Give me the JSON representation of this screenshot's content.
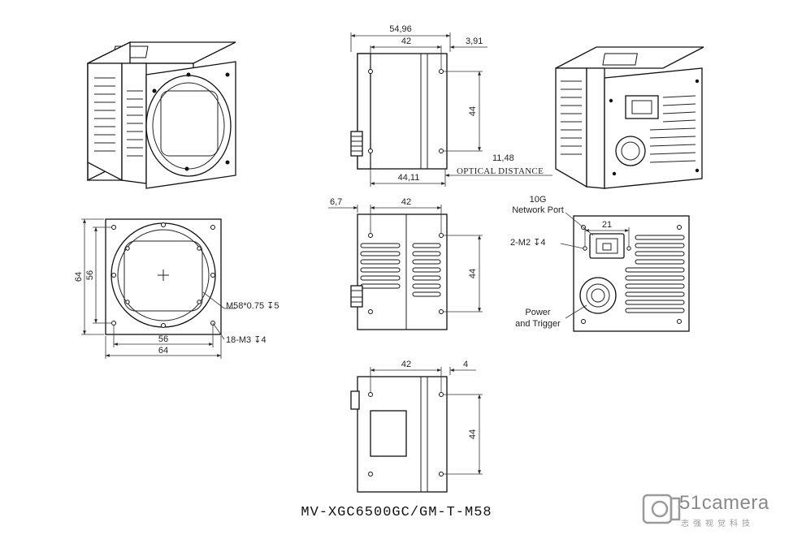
{
  "diagram": {
    "dimensions": {
      "top_overall": "54,96",
      "top_body": "42",
      "top_offset": "3,91",
      "top_height": "44",
      "top_bottom": "44,11",
      "optical_value": "11,48",
      "optical_label": "OPTICAL DISTANCE",
      "mid_left_offset": "6,7",
      "mid_body": "42",
      "mid_height": "44",
      "bottom_body": "42",
      "bottom_offset": "4",
      "bottom_height": "44",
      "front_height_outer": "64",
      "front_height_inner": "56",
      "front_width_inner": "56",
      "front_width_outer": "64",
      "rear_width": "21"
    },
    "callouts": {
      "thread": "M58*0.75 ↧5",
      "screws": "18-M3 ↧4",
      "network_line1": "10G",
      "network_line2": "Network Port",
      "mounting": "2-M2 ↧4",
      "power_line1": "Power",
      "power_line2": "and Trigger"
    },
    "model": "MV-XGC6500GC/GM-T-M58"
  },
  "logo": {
    "main": "51camera",
    "sub": "志强视觉科技"
  }
}
